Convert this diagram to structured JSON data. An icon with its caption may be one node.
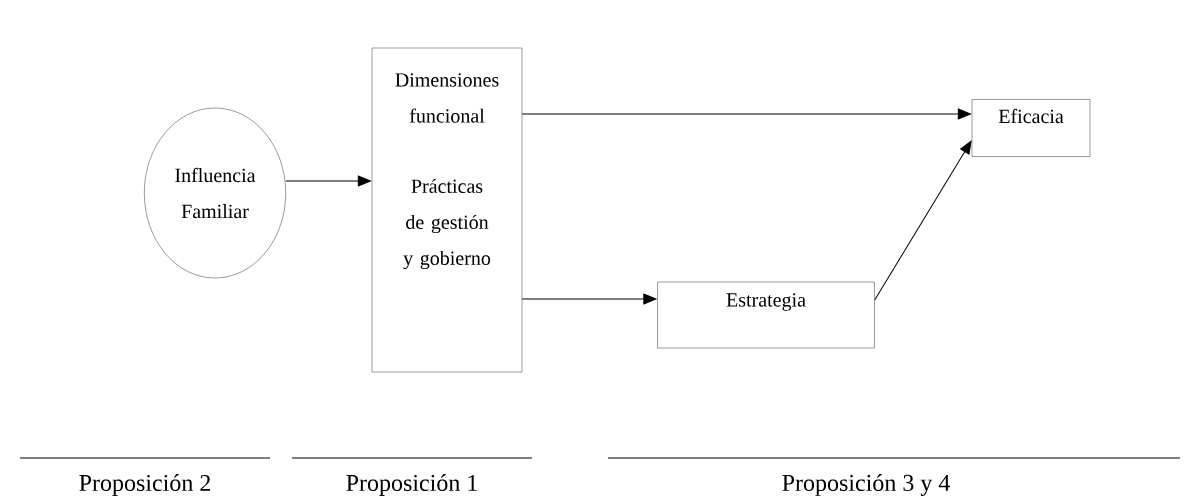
{
  "diagram": {
    "nodes": [
      {
        "text": [
          "Influencia Familiar"
        ]
      },
      {
        "text": [
          "Dimensiones funcional",
          "Prácticas de gestión y gobierno"
        ]
      },
      {
        "text": [
          "Eficacia"
        ]
      },
      {
        "text": [
          "Estrategia"
        ]
      }
    ],
    "edges": [
      {
        "from": 0,
        "to": 1,
        "arrow": "to"
      },
      {
        "from": 1,
        "to": 2,
        "arrow": "to"
      },
      {
        "from": 1,
        "to": 3,
        "arrow": "to"
      },
      {
        "from": 3,
        "to": 2,
        "arrow": "to"
      }
    ],
    "labels": [
      "Proposición 2",
      "Proposición 1",
      "Proposición 3 y 4"
    ]
  }
}
